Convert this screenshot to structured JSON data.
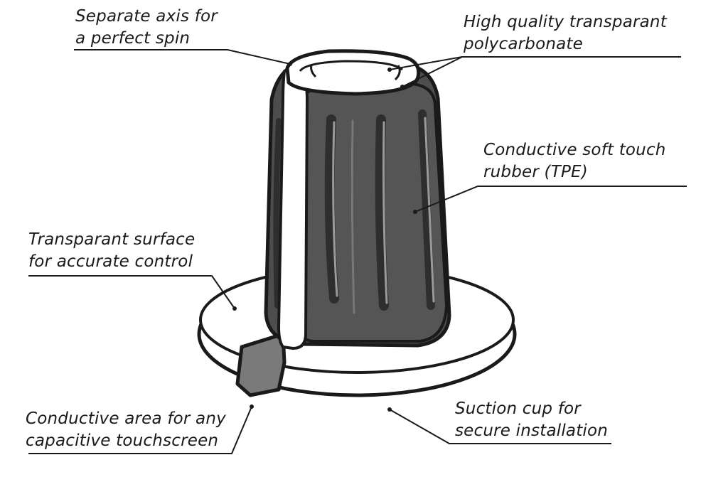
{
  "labels": {
    "axis": [
      "Separate axis for",
      "a perfect spin"
    ],
    "polycarbonate": [
      "High quality transparant",
      "polycarbonate"
    ],
    "rubber": [
      "Conductive soft touch",
      "rubber (TPE)"
    ],
    "surface": [
      "Transparant surface",
      "for accurate control"
    ],
    "conductive_area": [
      "Conductive area for any",
      "capacitive touchscreen"
    ],
    "suction": [
      "Suction cup for",
      "secure installation"
    ]
  },
  "colors": {
    "ink": "#1a1a1a",
    "rubber_body": "#4d4d4d",
    "rubber_groove": "#2e2e2e",
    "rubber_highlight": "#9a9a9a",
    "transparent_part": "#ffffff",
    "pointer_tab": "#7a7a7a"
  }
}
